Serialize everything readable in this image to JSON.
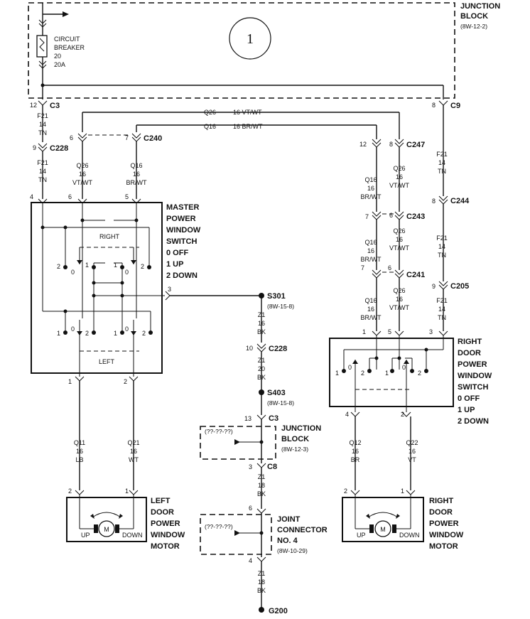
{
  "diagram": {
    "sheet_number": "1",
    "junction_block_top": {
      "line1": "JUNCTION",
      "line2": "BLOCK",
      "ref": "(8W-12-2)"
    },
    "circuit_breaker": {
      "line1": "CIRCUIT",
      "line2": "BREAKER",
      "line3": "20",
      "line4": "20A"
    },
    "connectors": {
      "c3_top": "C3",
      "c3_top_pin": "12",
      "c9": "C9",
      "c9_pin": "8",
      "c228_left": "C228",
      "c228_left_pin": "9",
      "c240": "C240",
      "c240_pin_left": "6",
      "c240_pin_right": "7",
      "c247": "C247",
      "c247_pin_left": "12",
      "c247_pin_right": "8",
      "c244": "C244",
      "c244_pin": "8",
      "c243": "C243",
      "c243_pin_left": "7",
      "c243_pin_right": "6",
      "c241": "C241",
      "c241_pin_left": "7",
      "c241_pin_right": "6",
      "c205": "C205",
      "c205_pin": "9",
      "c228_mid": "C228",
      "c228_mid_pin": "10",
      "c3_mid": "C3",
      "c3_mid_pin": "13",
      "c8": "C8",
      "c8_pin": "3",
      "jc_pin_top": "6",
      "jc_pin_bottom": "4"
    },
    "splices": {
      "s301": "S301",
      "s301_ref": "(8W-15-8)",
      "s403": "S403",
      "s403_ref": "(8W-15-8)"
    },
    "ground": "G200",
    "wires": {
      "f21_a": [
        "F21",
        "14",
        "TN"
      ],
      "f21_b": [
        "F21",
        "14",
        "TN"
      ],
      "q26_top": [
        "Q26",
        "16 VT/WT"
      ],
      "q16_top": [
        "Q16",
        "16 BR/WT"
      ],
      "q26_left": [
        "Q26",
        "16",
        "VT/WT"
      ],
      "q16_left": [
        "Q16",
        "16",
        "BR/WT"
      ],
      "q16_r1": [
        "Q16",
        "16",
        "BR/WT"
      ],
      "q26_r1": [
        "Q26",
        "16",
        "VT/WT"
      ],
      "f21_r1": [
        "F21",
        "14",
        "TN"
      ],
      "q16_r2": [
        "Q16",
        "16",
        "BR/WT"
      ],
      "q26_r2": [
        "Q26",
        "16",
        "VT/WT"
      ],
      "f21_r2": [
        "F21",
        "14",
        "TN"
      ],
      "q16_r3": [
        "Q16",
        "16",
        "BR/WT"
      ],
      "q26_r3": [
        "Q26",
        "16",
        "VT/WT"
      ],
      "f21_r3": [
        "F21",
        "14",
        "TN"
      ],
      "z1_a": [
        "Z1",
        "16",
        "BK"
      ],
      "z1_b": [
        "Z1",
        "20",
        "BK"
      ],
      "z1_c": [
        "Z1",
        "18",
        "BK"
      ],
      "z1_d": [
        "Z1",
        "18",
        "BK"
      ],
      "q11": [
        "Q11",
        "16",
        "LB"
      ],
      "q21": [
        "Q21",
        "16",
        "WT"
      ],
      "q12": [
        "Q12",
        "16",
        "BR"
      ],
      "q22": [
        "Q22",
        "16",
        "VT"
      ]
    },
    "master_switch": {
      "title": [
        "MASTER",
        "POWER",
        "WINDOW",
        "SWITCH",
        "0 OFF",
        "1 UP",
        "2 DOWN"
      ],
      "right_label": "RIGHT",
      "left_label": "LEFT",
      "pins": {
        "p4": "4",
        "p6": "6",
        "p5": "5",
        "p3": "3",
        "p1": "1",
        "p2": "2"
      },
      "contacts": [
        "2",
        "0",
        "1",
        "1",
        "0",
        "2"
      ],
      "contacts_low": [
        "1",
        "0",
        "2",
        "1",
        "0",
        "2"
      ]
    },
    "right_switch": {
      "title": [
        "RIGHT",
        "DOOR",
        "POWER",
        "WINDOW",
        "SWITCH",
        "0 OFF",
        "1 UP",
        "2 DOWN"
      ],
      "pins": {
        "p1": "1",
        "p5": "5",
        "p3": "3",
        "p4": "4",
        "p2": "2"
      },
      "contacts": [
        "1",
        "0",
        "2",
        "1",
        "0",
        "2"
      ]
    },
    "junction_block_mid": {
      "line1": "JUNCTION",
      "line2": "BLOCK",
      "ref": "(8W-12-3)",
      "placeholder": "(??-??-??)"
    },
    "joint_connector": {
      "line1": "JOINT",
      "line2": "CONNECTOR",
      "line3": "NO. 4",
      "ref": "(8W-10-29)",
      "placeholder": "(??-??-??)"
    },
    "left_motor": {
      "title": [
        "LEFT",
        "DOOR",
        "POWER",
        "WINDOW",
        "MOTOR"
      ],
      "up": "UP",
      "down": "DOWN",
      "m": "M",
      "pin_left": "2",
      "pin_right": "1"
    },
    "right_motor": {
      "title": [
        "RIGHT",
        "DOOR",
        "POWER",
        "WINDOW",
        "MOTOR"
      ],
      "up": "UP",
      "down": "DOWN",
      "m": "M",
      "pin_left": "2",
      "pin_right": "1"
    }
  }
}
